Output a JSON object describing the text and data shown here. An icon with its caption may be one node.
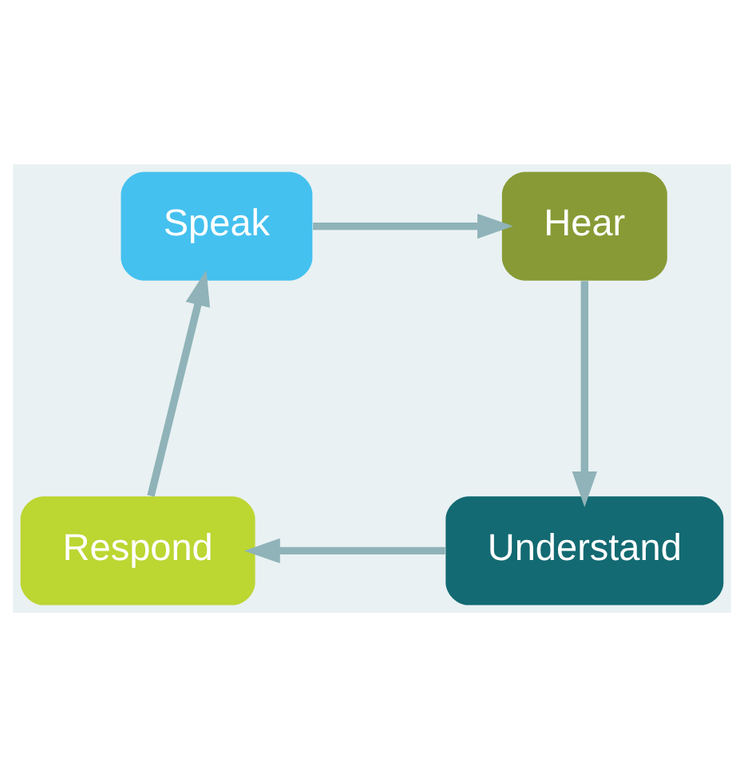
{
  "diagram": {
    "nodes": [
      {
        "text": [
          "Speak"
        ]
      },
      {
        "text": [
          "Hear"
        ]
      },
      {
        "text": [
          "Understand"
        ]
      },
      {
        "text": [
          "Respond"
        ]
      }
    ],
    "edges": [
      {
        "from": 0,
        "to": 1,
        "arrow": "to"
      },
      {
        "from": 1,
        "to": 2,
        "arrow": "to"
      },
      {
        "from": 2,
        "to": 3,
        "arrow": "to"
      },
      {
        "from": 3,
        "to": 0,
        "arrow": "to"
      }
    ]
  }
}
